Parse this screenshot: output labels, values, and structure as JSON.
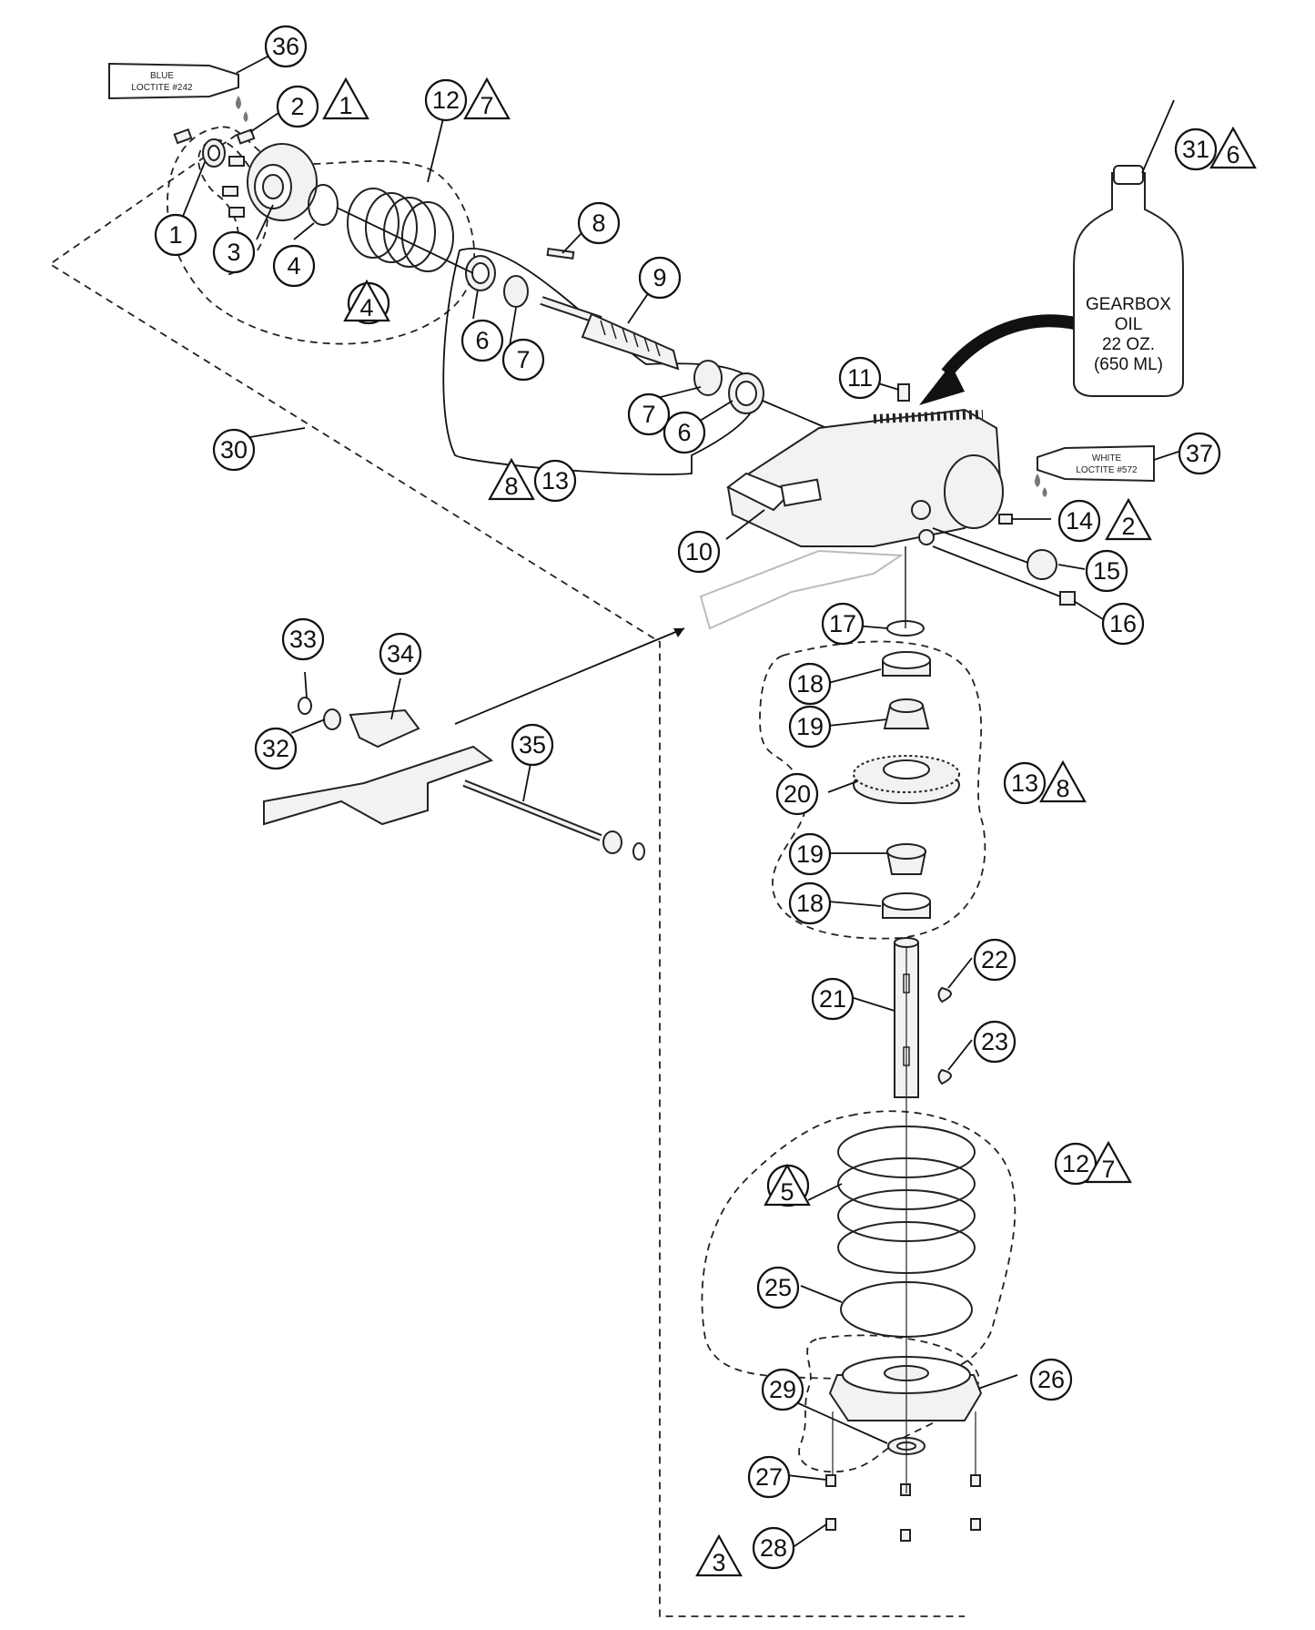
{
  "callouts": [
    "1",
    "2",
    "3",
    "4",
    "4",
    "5",
    "6",
    "6",
    "7",
    "7",
    "8",
    "9",
    "10",
    "11",
    "12",
    "12",
    "13",
    "13",
    "14",
    "15",
    "16",
    "17",
    "18",
    "18",
    "19",
    "19",
    "20",
    "21",
    "22",
    "23",
    "25",
    "26",
    "27",
    "28",
    "29",
    "30",
    "31",
    "32",
    "33",
    "34",
    "35",
    "36",
    "37"
  ],
  "warnings": [
    "1",
    "2",
    "3",
    "4",
    "5",
    "6",
    "7",
    "7",
    "8",
    "8"
  ],
  "tubes": {
    "blue": {
      "line1": "BLUE",
      "line2": "LOCTITE #242"
    },
    "white": {
      "line1": "WHITE",
      "line2": "LOCTITE #572"
    }
  },
  "bottle": {
    "line1": "GEARBOX",
    "line2": "OIL",
    "line3": "22 OZ.",
    "line4": "(650 ML)"
  }
}
